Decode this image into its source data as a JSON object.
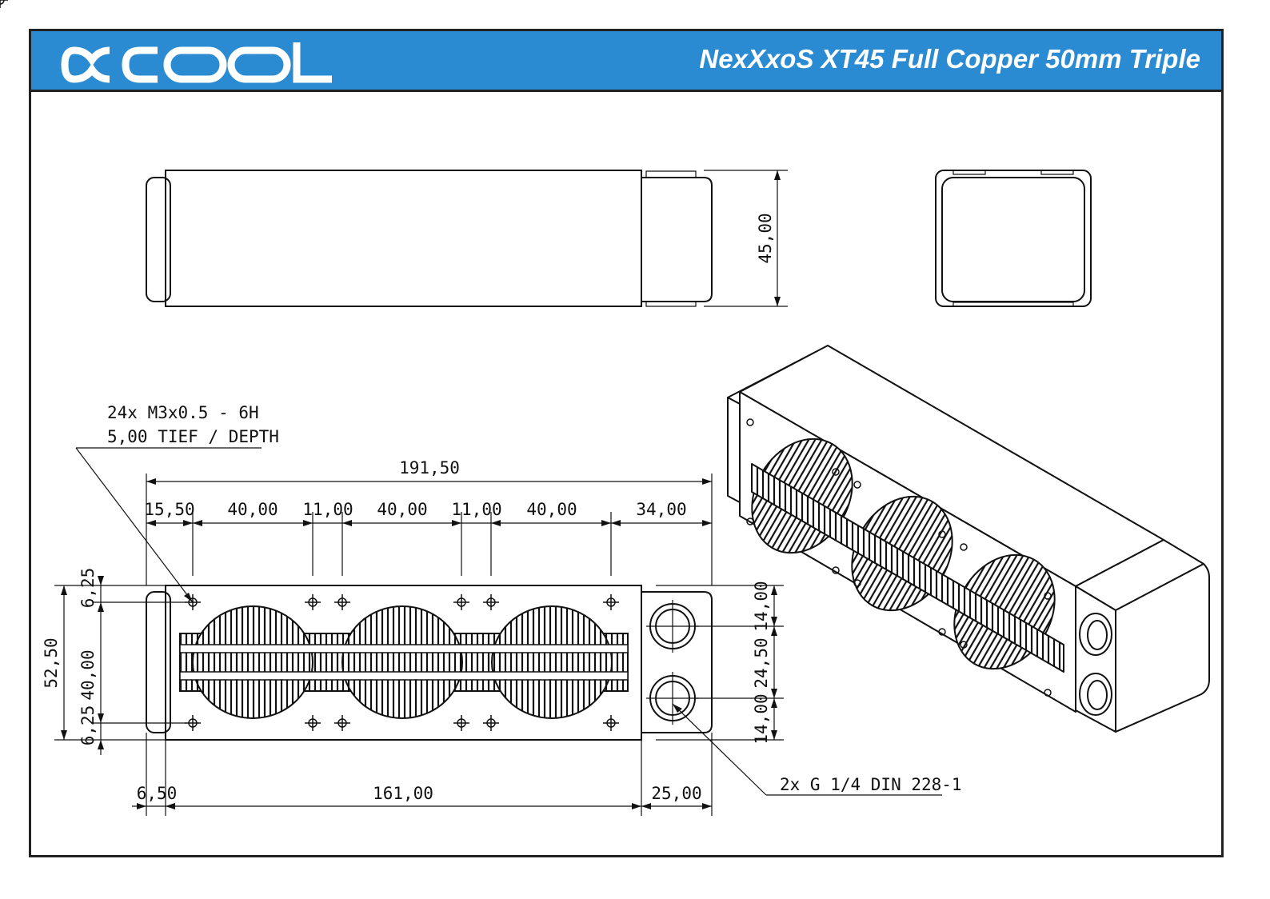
{
  "brand": {
    "logo_text": "ocool"
  },
  "header": {
    "title": "NexXxoS XT45 Full Copper 50mm Triple"
  },
  "callouts": {
    "thread_line1": "24x M3x0.5 - 6H",
    "thread_line2": "5,00 TIEF / DEPTH",
    "port": "2x G 1/4 DIN 228-1"
  },
  "dimensions": {
    "total_length": "191,50",
    "offset_first": "15,50",
    "fan_spacing_1": "40,00",
    "gap_1": "11,00",
    "fan_spacing_2": "40,00",
    "gap_2": "11,00",
    "fan_spacing_3": "40,00",
    "end_offset": "34,00",
    "height_side": "45,00",
    "width_total": "52,50",
    "edge_top": "6,25",
    "hole_span": "40,00",
    "edge_bottom": "6,25",
    "port_top": "14,00",
    "port_spacing": "24,50",
    "port_bottom": "14,00",
    "cap_left": "6,50",
    "core_length": "161,00",
    "endtank_length": "25,00"
  }
}
